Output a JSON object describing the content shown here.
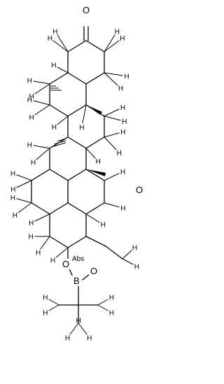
{
  "molecule": {
    "atoms": {
      "ketone_o": "O",
      "lactone_o": "O",
      "ring_o_left": "O",
      "ring_o_right": "O",
      "boron": "B",
      "abs_label": "Abs"
    },
    "hydrogen_symbol": "H",
    "colors": {
      "ink": "#000000",
      "background": "#ffffff"
    }
  }
}
